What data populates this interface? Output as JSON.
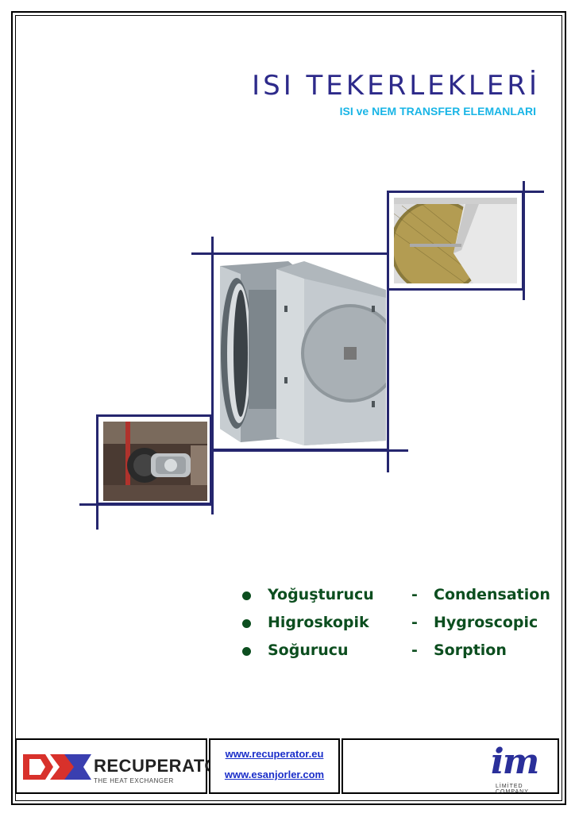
{
  "header": {
    "title": "ISI TEKERLEKLERİ",
    "subtitle": "ISI ve NEM  TRANSFER ELEMANLARI"
  },
  "photos": {
    "main": {
      "description_icon": "heat-wheel-units-photo"
    },
    "top_right": {
      "description_icon": "heat-wheel-closeup-photo"
    },
    "bottom_left": {
      "description_icon": "drive-motor-photo"
    }
  },
  "features": [
    {
      "tr": "Yoğuşturucu",
      "dash": "-",
      "en": "Condensation"
    },
    {
      "tr": "Higroskopik",
      "dash": "-",
      "en": "Hygroscopic"
    },
    {
      "tr": "Soğurucu",
      "dash": "-",
      "en": "Sorption"
    }
  ],
  "footer": {
    "left_logo": {
      "name": "RECUPERATOR",
      "tagline": "THE HEAT EXCHANGER"
    },
    "links": [
      "www.recuperator.eu",
      "www.esanjorler.com"
    ],
    "right_logo": {
      "name": "im",
      "tagline": "LİMİTED COMPANY"
    }
  },
  "colors": {
    "title": "#2d2a8a",
    "subtitle": "#19b5e6",
    "frame_lines": "#25266e",
    "features": "#0c4e1f",
    "links": "#1a2ec9"
  }
}
